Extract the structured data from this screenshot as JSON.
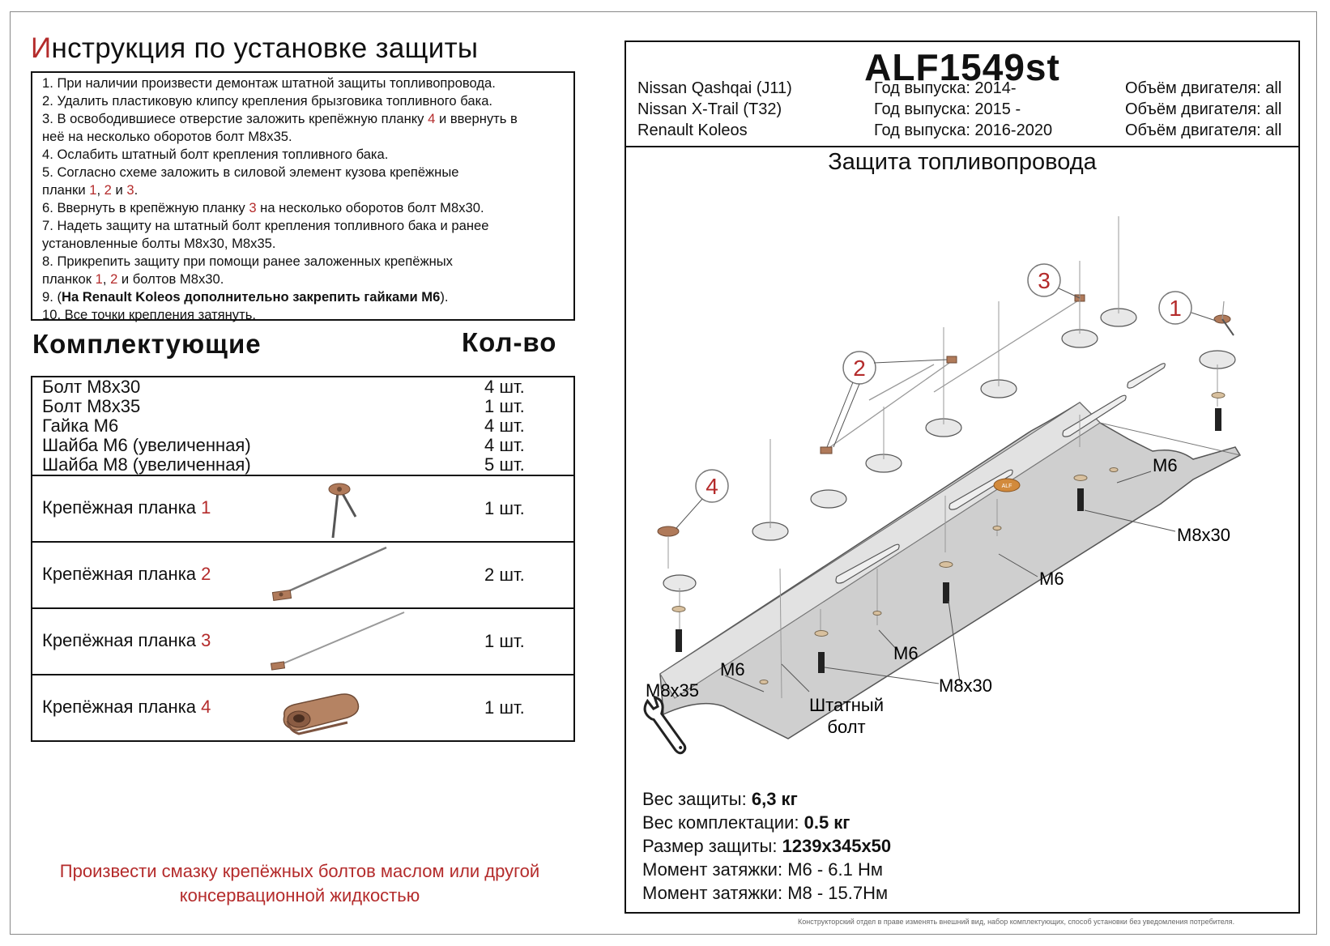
{
  "instructions": {
    "title_first_letter": "И",
    "title_rest": "нструкция по установке защиты",
    "steps": {
      "s1": "1. При наличии произвести демонтаж штатной защиты топливопровода.",
      "s2": "2. Удалить пластиковую клипсу крепления брызговика  топливного бака.",
      "s3a": "3. В освободившиесе отверстие заложить крепёжную планку ",
      "s3num": "4",
      "s3b": " и ввернуть в",
      "s3c": "неё на несколько оборотов болт М8х35.",
      "s4": "4. Ослабить штатный болт крепления топливного бака.",
      "s5a": "5. Согласно схеме заложить в силовой элемент кузова крепёжные",
      "s5b": "планки ",
      "s5n1": "1",
      "s5c": ", ",
      "s5n2": "2",
      "s5d": " и ",
      "s5n3": "3",
      "s5e": ".",
      "s6a": "6. Ввернуть в крепёжную планку ",
      "s6num": "3",
      "s6b": " на несколько оборотов болт М8х30.",
      "s7a": "7. Надеть защиту на штатный болт крепления топливного бака и ранее",
      "s7b": "установленные болты М8х30, М8х35.",
      "s8a": "8. Прикрепить защиту при помощи ранее заложенных крепёжных",
      "s8b": "планкок ",
      "s8n1": "1",
      "s8c": ", ",
      "s8n2": "2",
      "s8d": " и болтов М8х30.",
      "s9a": "9. (",
      "s9bold": "На Renault Koleos дополнительно закрепить гайками М6",
      "s9b": ").",
      "s10": "10. Все точки крепления затянуть."
    }
  },
  "kit": {
    "title": "Комплектующие",
    "qty_title": "Кол-во",
    "small_items": [
      {
        "name": "Болт М8х30",
        "qty": "4 шт."
      },
      {
        "name": "Болт М8х35",
        "qty": "1 шт."
      },
      {
        "name": "Гайка М6",
        "qty": "4 шт."
      },
      {
        "name": "Шайба М6   (увеличенная)",
        "qty": "4 шт."
      },
      {
        "name": "Шайба М8   (увеличенная)",
        "qty": "5 шт."
      }
    ],
    "plates": [
      {
        "name": "Крепёжная планка ",
        "num": "1",
        "qty": "1 шт."
      },
      {
        "name": "Крепёжная планка ",
        "num": "2",
        "qty": "2 шт."
      },
      {
        "name": "Крепёжная планка ",
        "num": "3",
        "qty": "1 шт."
      },
      {
        "name": "Крепёжная планка ",
        "num": "4",
        "qty": "1 шт."
      }
    ]
  },
  "note": {
    "line1": "Произвести смазку крепёжных болтов маслом или другой",
    "line2": "консервационной жидкостью"
  },
  "product": {
    "code": "ALF1549st",
    "vehicles": [
      {
        "model": "Nissan Qashqai (J11)",
        "year": "Год выпуска: 2014-",
        "engine": "Объём двигателя: all"
      },
      {
        "model": "Nissan X-Trail (T32)",
        "year": "Год выпуска: 2015 -",
        "engine": "Объём двигателя: all"
      },
      {
        "model": "Renault Koleos",
        "year": "Год выпуска: 2016-2020",
        "engine": "Объём двигателя: all"
      }
    ],
    "title": "Защита топливопровода"
  },
  "diagram": {
    "callouts": [
      "1",
      "2",
      "3",
      "4"
    ],
    "labels": {
      "m6_a": "М6",
      "m8x30_a": "М8х30",
      "m6_b": "М6",
      "m6_c": "М6",
      "m8x30_b": "М8х30",
      "m6_d": "М6",
      "m8x35": "М8х35",
      "stock_bolt_1": "Штатный",
      "stock_bolt_2": "болт"
    },
    "plate_stamp": "ALF"
  },
  "specs": {
    "weight_label": "Вес защиты: ",
    "weight_value": "6,3 кг",
    "kit_weight_label": "Вес комплектации: ",
    "kit_weight_value": "0.5 кг",
    "size_label": "Размер защиты: ",
    "size_value": "1239х345х50",
    "torque1": "Момент затяжки:  М6 - 6.1 Нм",
    "torque2": "Момент затяжки:  М8 - 15.7Нм"
  },
  "disclaimer": "Конструкторский отдел в праве изменять внешний вид, набор комплектующих, способ установки без уведомления потребителя.",
  "colors": {
    "accent_red": "#b42b2b",
    "bronze": "#b07a5a",
    "plate_gray": "#c9c9c9"
  }
}
